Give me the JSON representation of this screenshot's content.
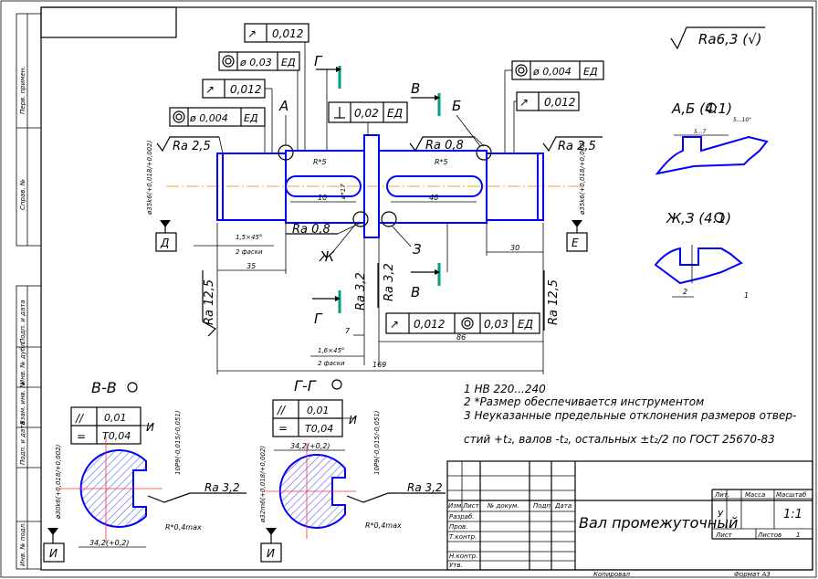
{
  "stamp": {
    "column_labels": [
      "Перв. примен.",
      "Справ. №",
      "Подп. и дата",
      "Инв. № дубл.",
      "Взам. инв. №",
      "Подп. и дата",
      "Инв. № подл."
    ]
  },
  "roughness_general": "Ra6,3 (√)",
  "tolerances": {
    "runout_top": "0,012",
    "coax_left_value": "ø 0,03",
    "coax_left_base": "ЕД",
    "runout_left": "0,012",
    "coax_left2_value": "ø 0,004",
    "coax_left2_base": "ЕД",
    "perp_value": "0,02",
    "perp_base": "ЕД",
    "coax_right_value": "ø 0,004",
    "coax_right_base": "ЕД",
    "runout_right": "0,012",
    "runout_bottom": "0,012",
    "coax_bottom_value": "0,03",
    "coax_bottom_base": "ЕД",
    "section_b_parallel": "0,01",
    "section_b_symmetry": "Т0,04",
    "section_b_base": "И",
    "section_g_parallel": "0,01",
    "section_g_symmetry": "Т0,04",
    "section_g_base": "И"
  },
  "roughness": {
    "left_journal": "Ra 2,5",
    "right_journal": "Ra 2,5",
    "mid_top": "Ra 0,8",
    "mid_bottom": "Ra 0,8",
    "left_side": "Ra 12,5",
    "right_side": "Ra 12,5",
    "center_a": "Ra 3,2",
    "center_b": "Ra 3,2",
    "section_b": "Ra 3,2",
    "section_g": "Ra 3,2"
  },
  "labels": {
    "A": "А",
    "B": "Б",
    "V": "В",
    "G": "Г",
    "D": "Д",
    "E": "Е",
    "Zh": "Ж",
    "Z": "З",
    "I": "И"
  },
  "dimensions": {
    "chamfer_left": "1,5×45°",
    "chamfers_left": "2 фаски",
    "len_35": "35",
    "len_30": "30",
    "len_40": "40",
    "len_10": "10",
    "radius_left": "R*5",
    "radius_right": "R*5",
    "dia_left": "ø35k6(+0,018/+0,002)",
    "dia_right": "ø35k6(+0,018/+0,002)",
    "dia_key": "ø*17",
    "len_7": "7",
    "chamfer_mid": "1,6×45°",
    "chamfers_mid": "2 фаски",
    "len_86": "86",
    "len_169": "169"
  },
  "details": {
    "ab_title": "А,Б (4:1)",
    "ab_dim1": "5...7",
    "ab_dim2": "5...10°",
    "zhz_title": "Ж,З (4:1)",
    "zhz_dim": "2",
    "zhz_dim2": "1"
  },
  "sections": {
    "vv_title": "В-В",
    "gg_title": "Г-Г",
    "vv_dia": "ø30k6(+0,018/+0,002)",
    "vv_width": "34,2(+0,2)",
    "vv_key": "10P9(-0,015/-0,051)",
    "vv_radius": "R*0,4max",
    "gg_dia": "ø32m6(+0,018/+0,002)",
    "gg_width": "34,2(+0,2)",
    "gg_key": "10P9(-0,015/-0,051)",
    "gg_radius": "R*0,4max"
  },
  "notes": {
    "n1": "1  HB 220...240",
    "n2": "2  *Размер обеспечивается инструментом",
    "n3": "3  Неуказанные предельные отклонения размеров отвер-",
    "n4": "стий +t₂, валов -t₂, остальных ±t₂/2 по ГОСТ 25670-83"
  },
  "title_block": {
    "part_name": "Вал промежуточный",
    "col_izm": "Изм",
    "col_list": "Лист",
    "col_doc": "№ докум.",
    "col_sign": "Подп.",
    "col_date": "Дата",
    "row_razrab": "Разраб.",
    "row_prov": "Пров.",
    "row_tkontr": "Т.контр.",
    "row_nkontr": "Н.контр.",
    "row_utv": "Утв.",
    "lit": "Лит.",
    "mass": "Масса",
    "scale": "Масштаб",
    "lit_value": "У",
    "scale_value": "1:1",
    "sheet": "Лист",
    "sheets": "Листов",
    "sheets_value": "1",
    "copied": "Копировал",
    "format": "Формат   А3"
  }
}
